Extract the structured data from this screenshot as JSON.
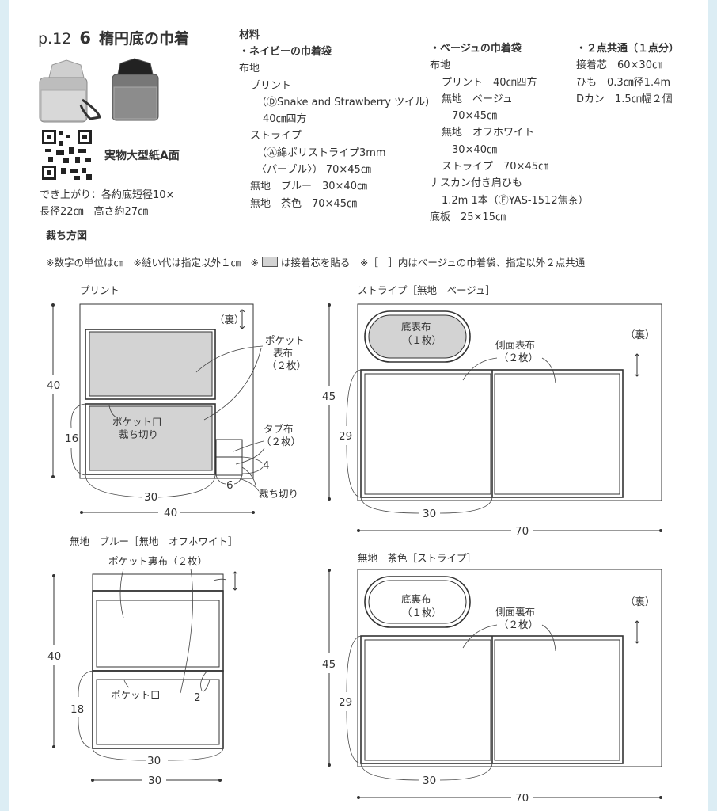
{
  "header": {
    "page": "p.12",
    "number": "6",
    "title": "楕円底の巾着",
    "pattern_sheet": "実物大型紙A面",
    "finish": [
      "でき上がり：各約底短径10×",
      "長径22㎝　高さ約27㎝"
    ]
  },
  "materials": {
    "heading": "材料",
    "navy": {
      "title": "・ネイビーの巾着袋",
      "lines": [
        "布地",
        "プリント",
        "（ⒹSnake and Strawberry ツイル）",
        "40㎝四方",
        "ストライプ",
        "（Ⓐ綿ポリストライプ3mm",
        "〈パープル〉） 70×45㎝",
        "無地　ブルー　30×40㎝",
        "無地　茶色　70×45㎝"
      ]
    },
    "beige": {
      "title": "・ベージュの巾着袋",
      "lines": [
        "布地",
        "プリント　40㎝四方",
        "無地　ベージュ",
        "70×45㎝",
        "無地　オフホワイト",
        "30×40㎝",
        "ストライプ　70×45㎝",
        "ナスカン付き肩ひも",
        "1.2m 1本（ⒻYAS-1512焦茶）",
        "底板　25×15㎝"
      ]
    },
    "common": {
      "title": "・２点共通（１点分）",
      "lines": [
        "接着芯　60×30㎝",
        "ひも　0.3㎝径1.4m",
        "Dカン　1.5㎝幅２個"
      ]
    }
  },
  "cutting": {
    "heading": "裁ち方図",
    "note_a": "※数字の単位は㎝　※縫い代は指定以外１㎝　※",
    "note_b": "は接着芯を貼る　※［　］内はベージュの巾着袋、指定以外２点共通"
  },
  "diagrams": {
    "print": {
      "title": "プリント",
      "reverse": "（裏）",
      "pocket_label": [
        "ポケット",
        "表布",
        "（２枚）"
      ],
      "opening": [
        "ポケット口",
        "裁ち切り"
      ],
      "tab": [
        "タブ布",
        "（２枚）"
      ],
      "cut": "裁ち切り",
      "dims": {
        "h": "40",
        "w": "40",
        "pocket_w": "30",
        "pocket_h": "16",
        "tab_w": "6",
        "tab_h": "4"
      }
    },
    "stripe": {
      "title": "ストライプ［無地　ベージュ］",
      "bottom": [
        "底表布",
        "（１枚）"
      ],
      "side": [
        "側面表布",
        "（２枚）"
      ],
      "reverse": "（裏）",
      "dims": {
        "h": "45",
        "w": "70",
        "panel_w": "30",
        "panel_h": "29"
      }
    },
    "blue": {
      "title": "無地　ブルー［無地　オフホワイト］",
      "pocket_label": "ポケット裏布（２枚）",
      "opening": "ポケット口",
      "dims": {
        "h": "40",
        "w": "30",
        "pocket_w": "30",
        "pocket_h": "18",
        "margin": "2"
      }
    },
    "brown": {
      "title": "無地　茶色［ストライプ］",
      "bottom": [
        "底裏布",
        "（１枚）"
      ],
      "side": [
        "側面裏布",
        "（２枚）"
      ],
      "reverse": "（裏）",
      "dims": {
        "h": "45",
        "w": "70",
        "panel_w": "30",
        "panel_h": "29"
      }
    }
  }
}
